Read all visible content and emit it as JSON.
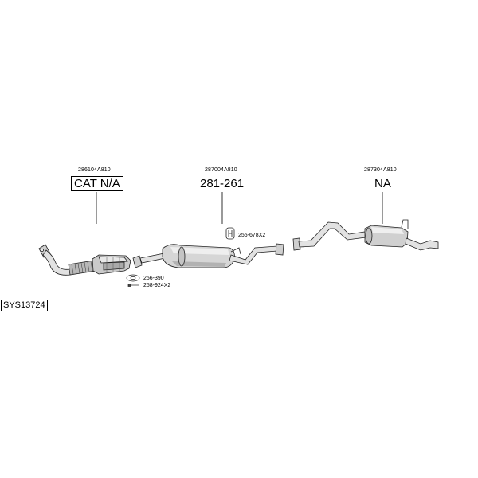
{
  "system_code": "SYS13724",
  "callouts": {
    "front": {
      "oem": "286104A810",
      "label": "CAT N/A"
    },
    "middle": {
      "oem": "287004A810",
      "label": "281-261"
    },
    "rear": {
      "oem": "287304A810",
      "label": "NA"
    }
  },
  "fittings": {
    "hanger": "255-678X2",
    "gasket": "256-390",
    "bolt": "258-924X2"
  }
}
